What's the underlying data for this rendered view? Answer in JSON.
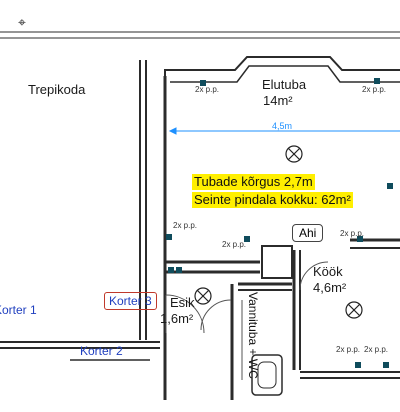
{
  "rooms": {
    "trepikoda": "Trepikoda",
    "elutuba_name": "Elutuba",
    "elutuba_area": "14m²",
    "kook_name": "Köök",
    "kook_area": "4,6m²",
    "esik_name": "Esik",
    "esik_area": "1,6m²",
    "vannituba": "Vannituba + WC",
    "ahi": "Ahi"
  },
  "apartments": {
    "korter1": "Korter 1",
    "korter2": "Korter 2",
    "korter3": "Korter 3"
  },
  "notes": {
    "height": "Tubade kõrgus 2,7m",
    "wall_area": "Seinte pindala kokku: 62m²"
  },
  "dimension": "4,5m",
  "sockets": {
    "label": "2x p.p."
  },
  "colors": {
    "wall": "#2b2b2b",
    "accent_blue": "#1f3fbf",
    "dimension_blue": "#1e90ff",
    "highlight": "#ffef00",
    "socket": "#0f4c5c"
  },
  "icons": [
    "light-fixture-icon",
    "socket-icon",
    "cursor-icon"
  ]
}
